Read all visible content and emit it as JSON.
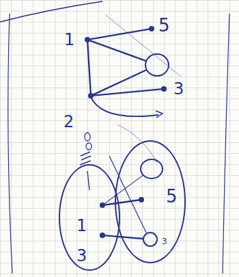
{
  "diagram": {
    "nodes": [
      {
        "text": [
          "1"
        ]
      },
      {
        "text": [
          "5"
        ]
      },
      {
        "text": []
      },
      {
        "text": [
          "2"
        ]
      },
      {
        "text": [
          "3"
        ]
      },
      {
        "text": []
      },
      {
        "text": [
          "1"
        ],
        "in": 5
      },
      {
        "text": [
          "3"
        ],
        "in": 5
      },
      {
        "text": []
      },
      {
        "text": [],
        "in": 8
      },
      {
        "text": [
          "5"
        ],
        "in": 8
      },
      {
        "text": [
          "3"
        ],
        "in": 8
      }
    ],
    "edges": [
      {
        "from": 0,
        "to": 1,
        "arrow": "none"
      },
      {
        "from": 0,
        "to": 3,
        "arrow": "none"
      },
      {
        "from": 0,
        "to": 2,
        "arrow": "none"
      },
      {
        "from": 3,
        "to": 2,
        "arrow": "none"
      },
      {
        "from": 3,
        "to": 4,
        "arrow": "none"
      },
      {
        "from": 6,
        "to": 10,
        "arrow": "none"
      },
      {
        "from": 7,
        "to": 11,
        "arrow": "none"
      },
      {
        "from": 6,
        "to": 9,
        "arrow": "none"
      }
    ]
  }
}
